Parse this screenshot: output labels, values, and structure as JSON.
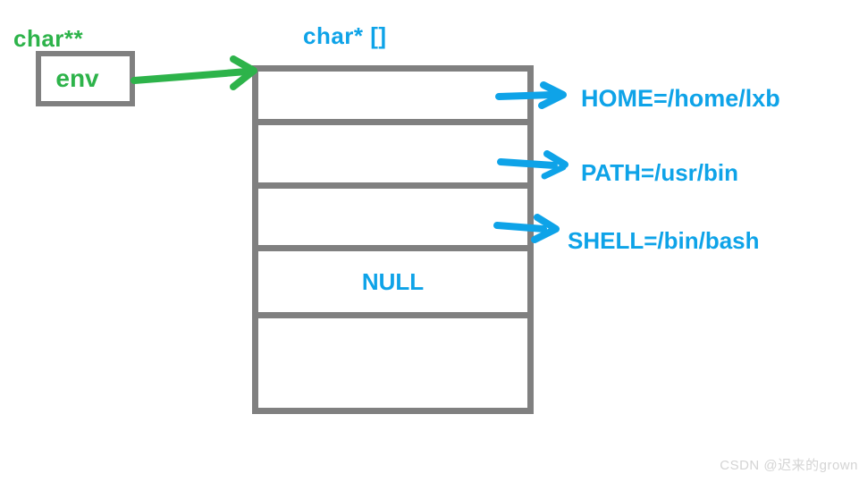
{
  "colors": {
    "green": "#2db34a",
    "blue": "#0ea3e8",
    "gray": "#808080",
    "watermark": "#d4d4d4",
    "bg": "#ffffff"
  },
  "pointer": {
    "type_label": "char**",
    "var_label": "env"
  },
  "array": {
    "type_label": "char* []",
    "cells": [
      {
        "text": ""
      },
      {
        "text": ""
      },
      {
        "text": ""
      },
      {
        "text": "NULL"
      },
      {
        "text": ""
      }
    ]
  },
  "env_strings": [
    {
      "text": "HOME=/home/lxb"
    },
    {
      "text": "PATH=/usr/bin"
    },
    {
      "text": "SHELL=/bin/bash"
    }
  ],
  "watermark": "CSDN @迟来的grown"
}
